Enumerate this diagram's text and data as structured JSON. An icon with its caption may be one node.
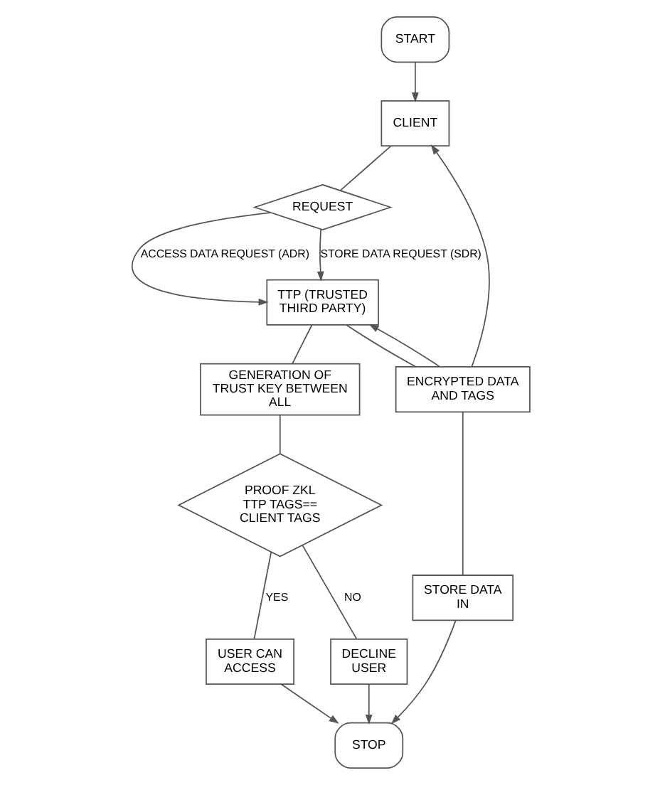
{
  "diagram": {
    "nodes": [
      {
        "text": [
          "START"
        ]
      },
      {
        "text": [
          "CLIENT"
        ]
      },
      {
        "text": [
          "REQUEST"
        ]
      },
      {
        "text": [
          "TTP (TRUSTED THIRD PARTY)"
        ]
      },
      {
        "text": [
          "ENCRYPTED DATA AND TAGS"
        ]
      },
      {
        "text": [
          "GENERATION OF TRUST KEY BETWEEN ALL"
        ]
      },
      {
        "text": [
          "STORE DATA IN"
        ]
      },
      {
        "text": [
          "PROOF ZKL TTP TAGS== CLIENT TAGS"
        ]
      },
      {
        "text": [
          "USER CAN ACCESS"
        ]
      },
      {
        "text": [
          "DECLINE USER"
        ]
      },
      {
        "text": [
          "STOP"
        ]
      }
    ],
    "edges": [
      {
        "from": 0,
        "to": 1,
        "arrow": "to"
      },
      {
        "from": 1,
        "to": 2,
        "arrow": "none"
      },
      {
        "from": 2,
        "to": 3,
        "arrow": "to",
        "label": "STORE DATA REQUEST (SDR)"
      },
      {
        "from": 2,
        "to": 3,
        "arrow": "to",
        "label": "ACCESS DATA REQUEST (ADR)"
      },
      {
        "from": 3,
        "to": 4,
        "arrow": "none"
      },
      {
        "from": 3,
        "to": 5,
        "arrow": "none"
      },
      {
        "from": 4,
        "to": 1,
        "arrow": "to"
      },
      {
        "from": 4,
        "to": 3,
        "arrow": "to"
      },
      {
        "from": 4,
        "to": 6,
        "arrow": "none"
      },
      {
        "from": 5,
        "to": 7,
        "arrow": "none"
      },
      {
        "from": 7,
        "to": 8,
        "arrow": "none",
        "label": "YES"
      },
      {
        "from": 7,
        "to": 9,
        "arrow": "none",
        "label": "NO"
      },
      {
        "from": 6,
        "to": 10,
        "arrow": "to"
      },
      {
        "from": 8,
        "to": 10,
        "arrow": "to"
      },
      {
        "from": 9,
        "to": 10,
        "arrow": "to"
      }
    ]
  }
}
